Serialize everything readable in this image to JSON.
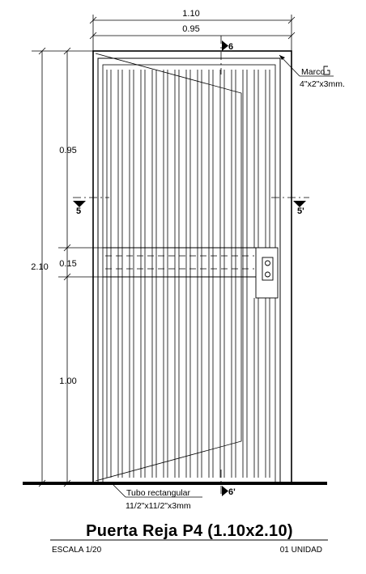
{
  "dimensions": {
    "total_width": "1.10",
    "leaf_width": "0.95",
    "total_height": "2.10",
    "upper_height": "0.95",
    "band_height": "0.15",
    "lower_height": "1.00"
  },
  "sections": {
    "top": "6",
    "bottom": "6'",
    "left": "5",
    "right": "5'"
  },
  "notes": {
    "frame_label": "Marco",
    "frame_spec": "4\"x2\"x3mm.",
    "tube_label": "Tubo rectangular",
    "tube_spec": "11/2\"x11/2\"x3mm"
  },
  "title": {
    "main": "Puerta Reja P4 (1.10x2.10)",
    "scale": "ESCALA 1/20",
    "quantity": "01 UNIDAD"
  }
}
